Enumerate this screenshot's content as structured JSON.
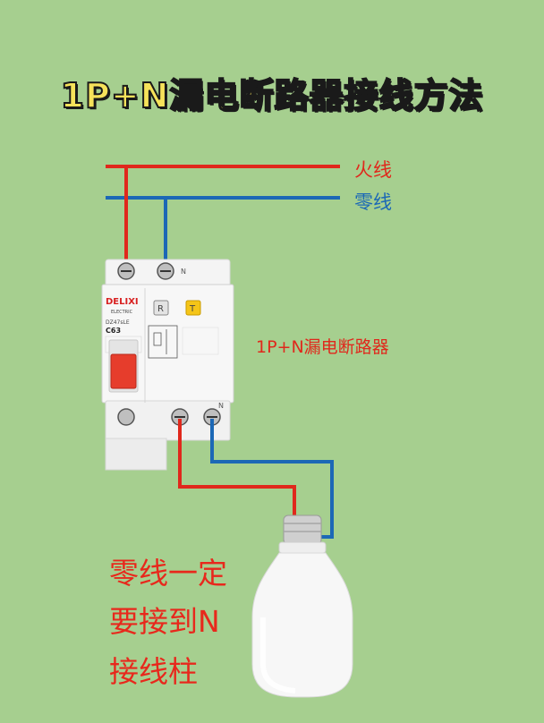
{
  "title": "1P+N漏电断路器接线方法",
  "wires": {
    "live_label": "火线",
    "neutral_label": "零线",
    "live_color": "#e0281c",
    "neutral_color": "#1c68b6"
  },
  "device": {
    "label": "1P+N漏电断路器",
    "brand": "DELIXI",
    "brand_sub": "ELECTRIC",
    "model": "DZ47sLE",
    "rating": "C63",
    "test_button": "T",
    "reset_button": "R",
    "terminal_n_top": "N",
    "terminal_n_bottom": "N"
  },
  "notes": {
    "line1": "零线一定",
    "line2": "要接到N",
    "line3": "接线柱"
  },
  "colors": {
    "background": "#a6cf8f",
    "title_fill": "#f6e25a",
    "handle": "#e63d2c",
    "test_button": "#f5c518"
  }
}
